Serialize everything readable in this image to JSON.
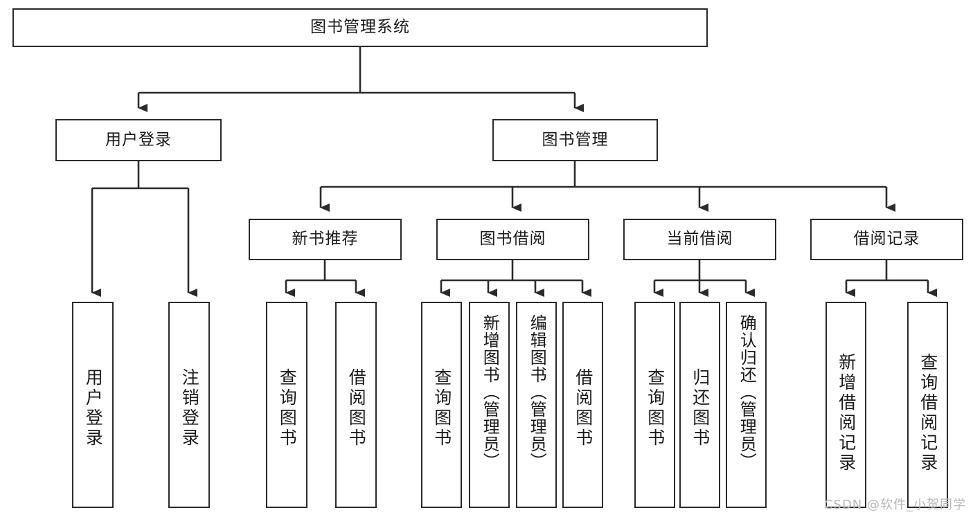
{
  "diagram": {
    "type": "tree",
    "title": "图书管理系统",
    "watermark": "CSDN @软件_小贺同学",
    "colors": {
      "box_border": "#2b2b2b",
      "box_fill": "#ffffff",
      "connector": "#2b2b2b",
      "text": "#1a1a1a",
      "watermark": "#b9b9b9"
    },
    "nodes": {
      "root": {
        "label": "图书管理系统",
        "level": 1
      },
      "l2": [
        {
          "id": "user_login",
          "label": "用户登录"
        },
        {
          "id": "book_manage",
          "label": "图书管理"
        }
      ],
      "l3": [
        {
          "id": "new_book_rec",
          "label": "新书推荐"
        },
        {
          "id": "book_borrow",
          "label": "图书借阅"
        },
        {
          "id": "current_borrow",
          "label": "当前借阅"
        },
        {
          "id": "borrow_record",
          "label": "借阅记录"
        }
      ],
      "leaves": {
        "user_login": [
          {
            "id": "leaf_user_login",
            "label": "用户登录"
          },
          {
            "id": "leaf_logout",
            "label": "注销登录"
          }
        ],
        "new_book_rec": [
          {
            "id": "leaf_query_book_1",
            "label": "查询图书"
          },
          {
            "id": "leaf_borrow_book_1",
            "label": "借阅图书"
          }
        ],
        "book_borrow": [
          {
            "id": "leaf_query_book_2",
            "label": "查询图书"
          },
          {
            "id": "leaf_add_book",
            "label": "新增图书（管理员）"
          },
          {
            "id": "leaf_edit_book",
            "label": "编辑图书（管理员）"
          },
          {
            "id": "leaf_borrow_book_2",
            "label": "借阅图书"
          }
        ],
        "current_borrow": [
          {
            "id": "leaf_query_book_3",
            "label": "查询图书"
          },
          {
            "id": "leaf_return_book",
            "label": "归还图书"
          },
          {
            "id": "leaf_confirm_return",
            "label": "确认归还（管理员）"
          }
        ],
        "borrow_record": [
          {
            "id": "leaf_add_record",
            "label": "新增借阅记录"
          },
          {
            "id": "leaf_query_record",
            "label": "查询借阅记录"
          }
        ]
      }
    }
  }
}
